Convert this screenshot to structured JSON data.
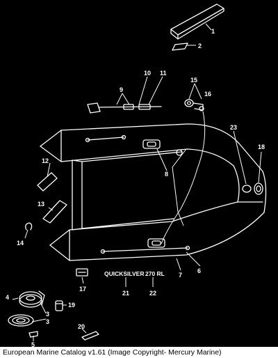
{
  "diagram": {
    "brand_text": "QUICKSILVER",
    "model_text": "270 RL",
    "callouts": [
      "1",
      "2",
      "3",
      "3",
      "4",
      "5",
      "6",
      "7",
      "8",
      "9",
      "10",
      "11",
      "12",
      "13",
      "14",
      "15",
      "16",
      "17",
      "18",
      "19",
      "20",
      "21",
      "22",
      "23"
    ]
  },
  "caption": {
    "text": "European Marine Catalog v1.61 (Image Copyright- Mercury Marine)"
  },
  "colors": {
    "background": "#000000",
    "line": "#ffffff",
    "caption_bg": "#ffffff",
    "caption_text": "#000000"
  }
}
